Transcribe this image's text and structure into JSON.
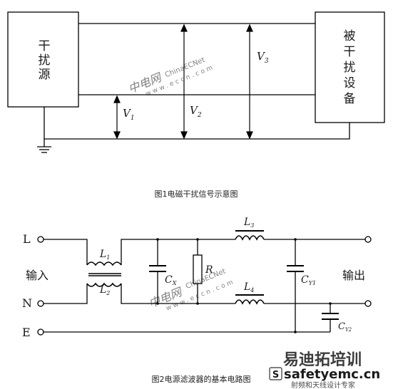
{
  "figure1": {
    "caption": "图1电磁干扰信号示意图",
    "source_label": [
      "干",
      "扰",
      "源"
    ],
    "victim_label": [
      "被",
      "干",
      "扰",
      "设",
      "备"
    ],
    "v1": {
      "main": "V",
      "sub": "1"
    },
    "v2": {
      "main": "V",
      "sub": "2"
    },
    "v3": {
      "main": "V",
      "sub": "3"
    }
  },
  "figure2": {
    "caption": "图2电源滤波器的基本电路图",
    "terminal_L": "L",
    "terminal_N": "N",
    "terminal_E": "E",
    "input_label": "输入",
    "output_label": "输出",
    "L1": {
      "main": "L",
      "sub": "1"
    },
    "L2": {
      "main": "L",
      "sub": "2"
    },
    "L3": {
      "main": "L",
      "sub": "3"
    },
    "L4": {
      "main": "L",
      "sub": "4"
    },
    "R": "R",
    "CX": {
      "main": "C",
      "sub": "X"
    },
    "CY1": {
      "main": "C",
      "sub": "Y1"
    },
    "CY2": {
      "main": "C",
      "sub": "Y2"
    }
  },
  "watermarks": {
    "site_cn": "中电网",
    "site_en": "ChinaECNet",
    "site_url": "www.eccn.com",
    "brand_cn": "易迪拓培训",
    "brand_en": "safetyemc.cn",
    "brand_sub": "射频和天线设计专家",
    "brand_icon": "S"
  }
}
